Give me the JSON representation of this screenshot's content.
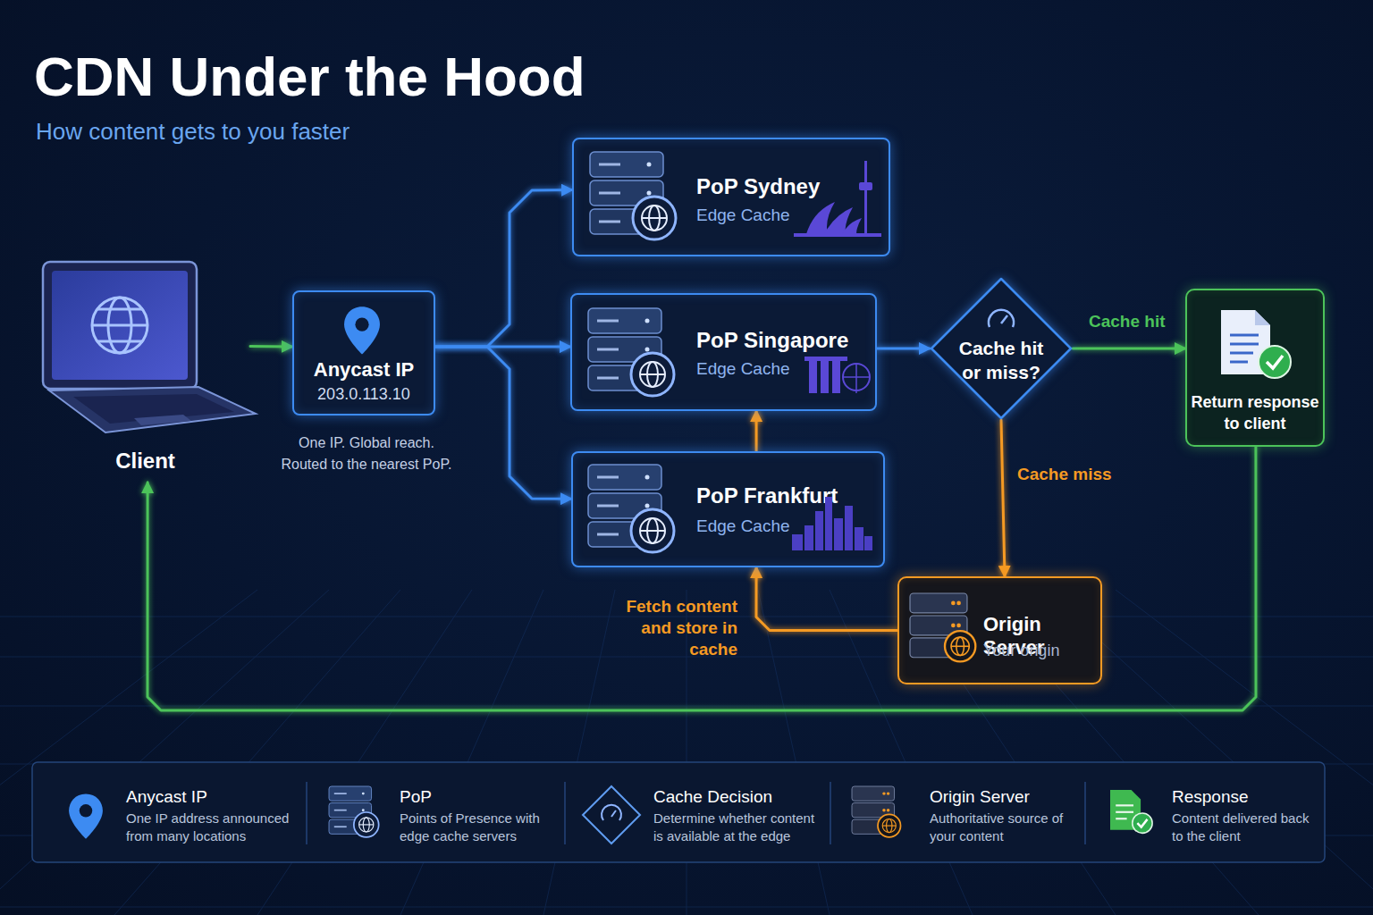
{
  "diagram": {
    "title": "CDN Under the Hood",
    "caption": "How content gets to you faster",
    "nodes": [
      {
        "text": [
          "Client"
        ]
      },
      {
        "text": [
          "Anycast IP",
          "203.0.113.10"
        ]
      },
      {
        "text": [
          "PoP Sydney",
          "Edge Cache"
        ]
      },
      {
        "text": [
          "PoP Singapore",
          "Edge Cache"
        ]
      },
      {
        "text": [
          "PoP Frankfurt",
          "Edge Cache"
        ]
      },
      {
        "text": [
          "Cache hit or miss?"
        ]
      },
      {
        "text": [
          "Return response to client"
        ]
      },
      {
        "text": [
          "Origin Server",
          "Your origin"
        ]
      }
    ],
    "edges": [
      {
        "from": 0,
        "to": 1,
        "arrow": "to"
      },
      {
        "from": 1,
        "to": 2,
        "arrow": "to"
      },
      {
        "from": 1,
        "to": 3,
        "arrow": "to"
      },
      {
        "from": 1,
        "to": 4,
        "arrow": "to"
      },
      {
        "from": 3,
        "to": 5,
        "arrow": "to"
      },
      {
        "from": 4,
        "to": 3,
        "arrow": "to"
      },
      {
        "from": 5,
        "to": 6,
        "label": "Cache hit",
        "arrow": "to"
      },
      {
        "from": 5,
        "to": 7,
        "label": "Cache miss",
        "arrow": "to"
      },
      {
        "from": 7,
        "to": 4,
        "label": "Fetch content and store in cache",
        "arrow": "to"
      },
      {
        "from": 6,
        "to": 0,
        "arrow": "to"
      }
    ],
    "labels": [
      "One IP. Global reach. Routed to the nearest PoP.",
      "One IP address announced from many locations",
      "Points of Presence with edge cache servers",
      "Determine whether content is available at the edge",
      "Authoritative source of your content",
      "Content delivered back to the client"
    ],
    "legend": [
      {
        "text": "Anycast IP"
      },
      {
        "text": "PoP"
      },
      {
        "text": "Cache Decision"
      },
      {
        "text": "Origin Server"
      },
      {
        "text": "Response"
      }
    ]
  }
}
